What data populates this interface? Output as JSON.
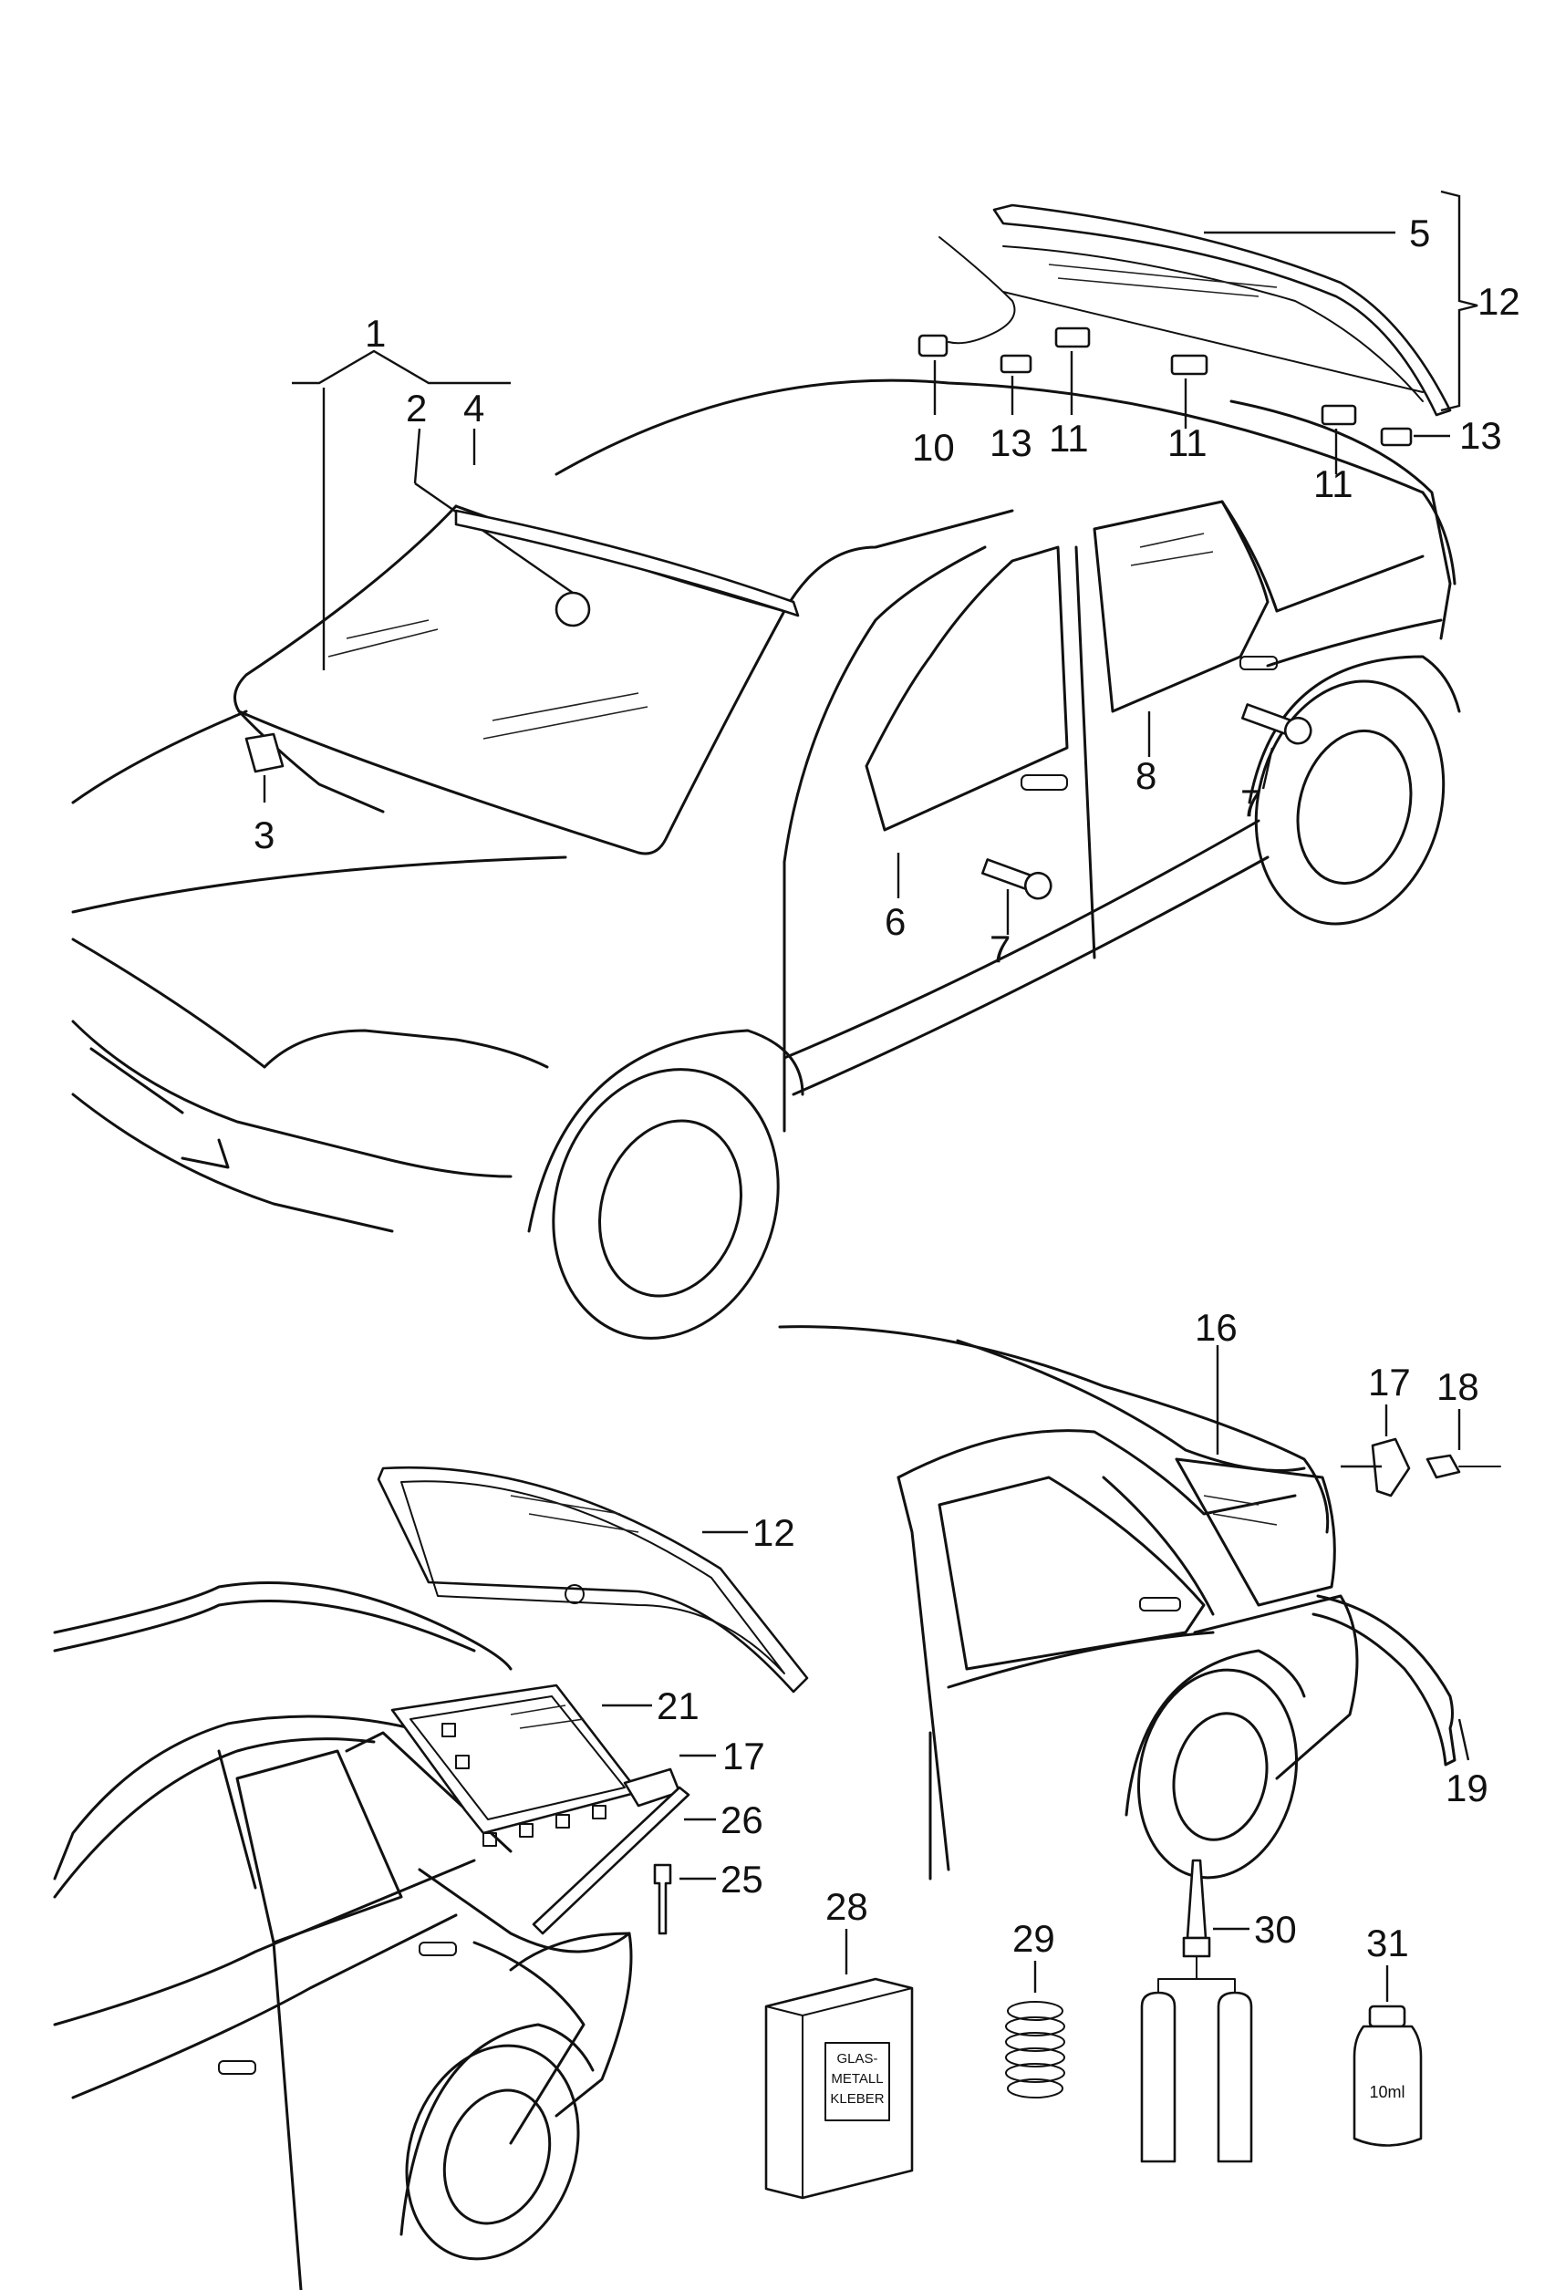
{
  "callouts": {
    "c1": "1",
    "c2": "2",
    "c3": "3",
    "c4": "4",
    "c5": "5",
    "c6": "6",
    "c7a": "7",
    "c7b": "7",
    "c8": "8",
    "c10": "10",
    "c11a": "11",
    "c11b": "11",
    "c11c": "11",
    "c12a": "12",
    "c12b": "12",
    "c13a": "13",
    "c13b": "13",
    "c16": "16",
    "c17a": "17",
    "c17b": "17",
    "c18": "18",
    "c19": "19",
    "c21": "21",
    "c25": "25",
    "c26": "26",
    "c28": "28",
    "c29": "29",
    "c30": "30",
    "c31": "31"
  },
  "adhesive_box": {
    "line1": "GLAS-",
    "line2": "METALL",
    "line3": "KLEBER"
  },
  "bottle": {
    "volume": "10ml"
  }
}
